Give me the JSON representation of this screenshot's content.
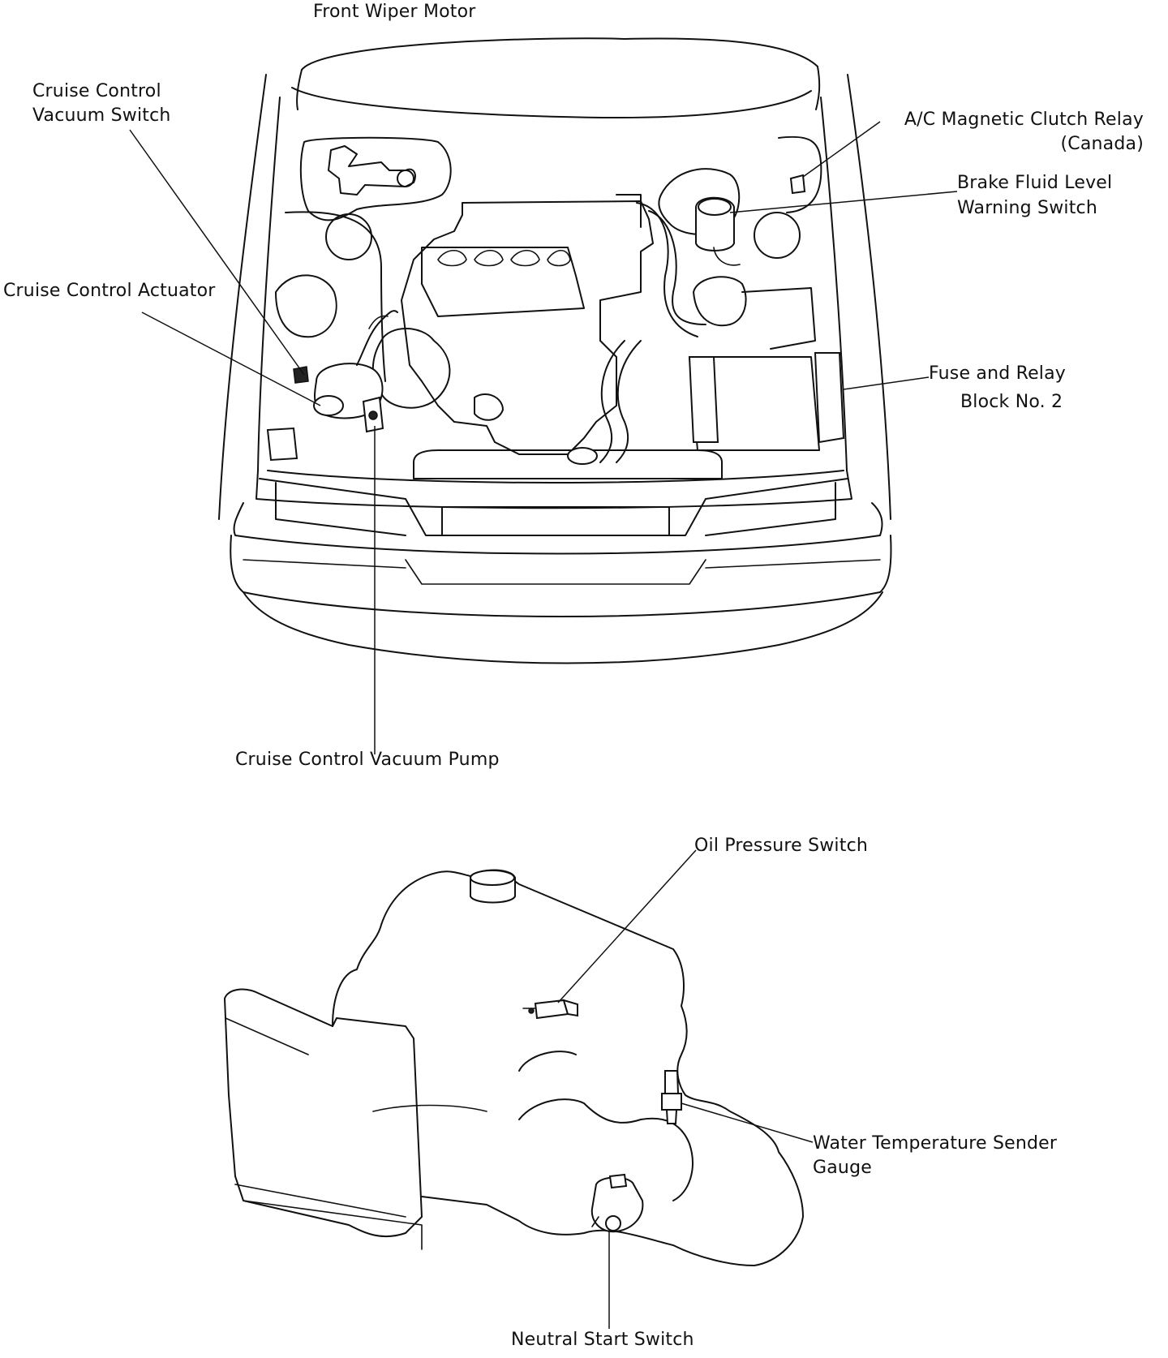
{
  "diagram": {
    "labels": {
      "front_wiper_motor": "Front Wiper Motor",
      "cruise_vacuum_switch_1": "Cruise Control",
      "cruise_vacuum_switch_2": "Vacuum Switch",
      "cruise_actuator": "Cruise Control Actuator",
      "ac_clutch_relay_1": "A/C Magnetic Clutch Relay",
      "ac_clutch_relay_2": "(Canada)",
      "brake_fluid_1": "Brake Fluid Level",
      "brake_fluid_2": "Warning Switch",
      "fuse_relay_1": "Fuse and Relay",
      "fuse_relay_2": "Block  No. 2",
      "cruise_vacuum_pump": "Cruise Control Vacuum Pump",
      "oil_pressure_switch": "Oil Pressure Switch",
      "water_temp_1": "Water Temperature Sender",
      "water_temp_2": "Gauge",
      "neutral_start_switch": "Neutral Start Switch"
    }
  }
}
